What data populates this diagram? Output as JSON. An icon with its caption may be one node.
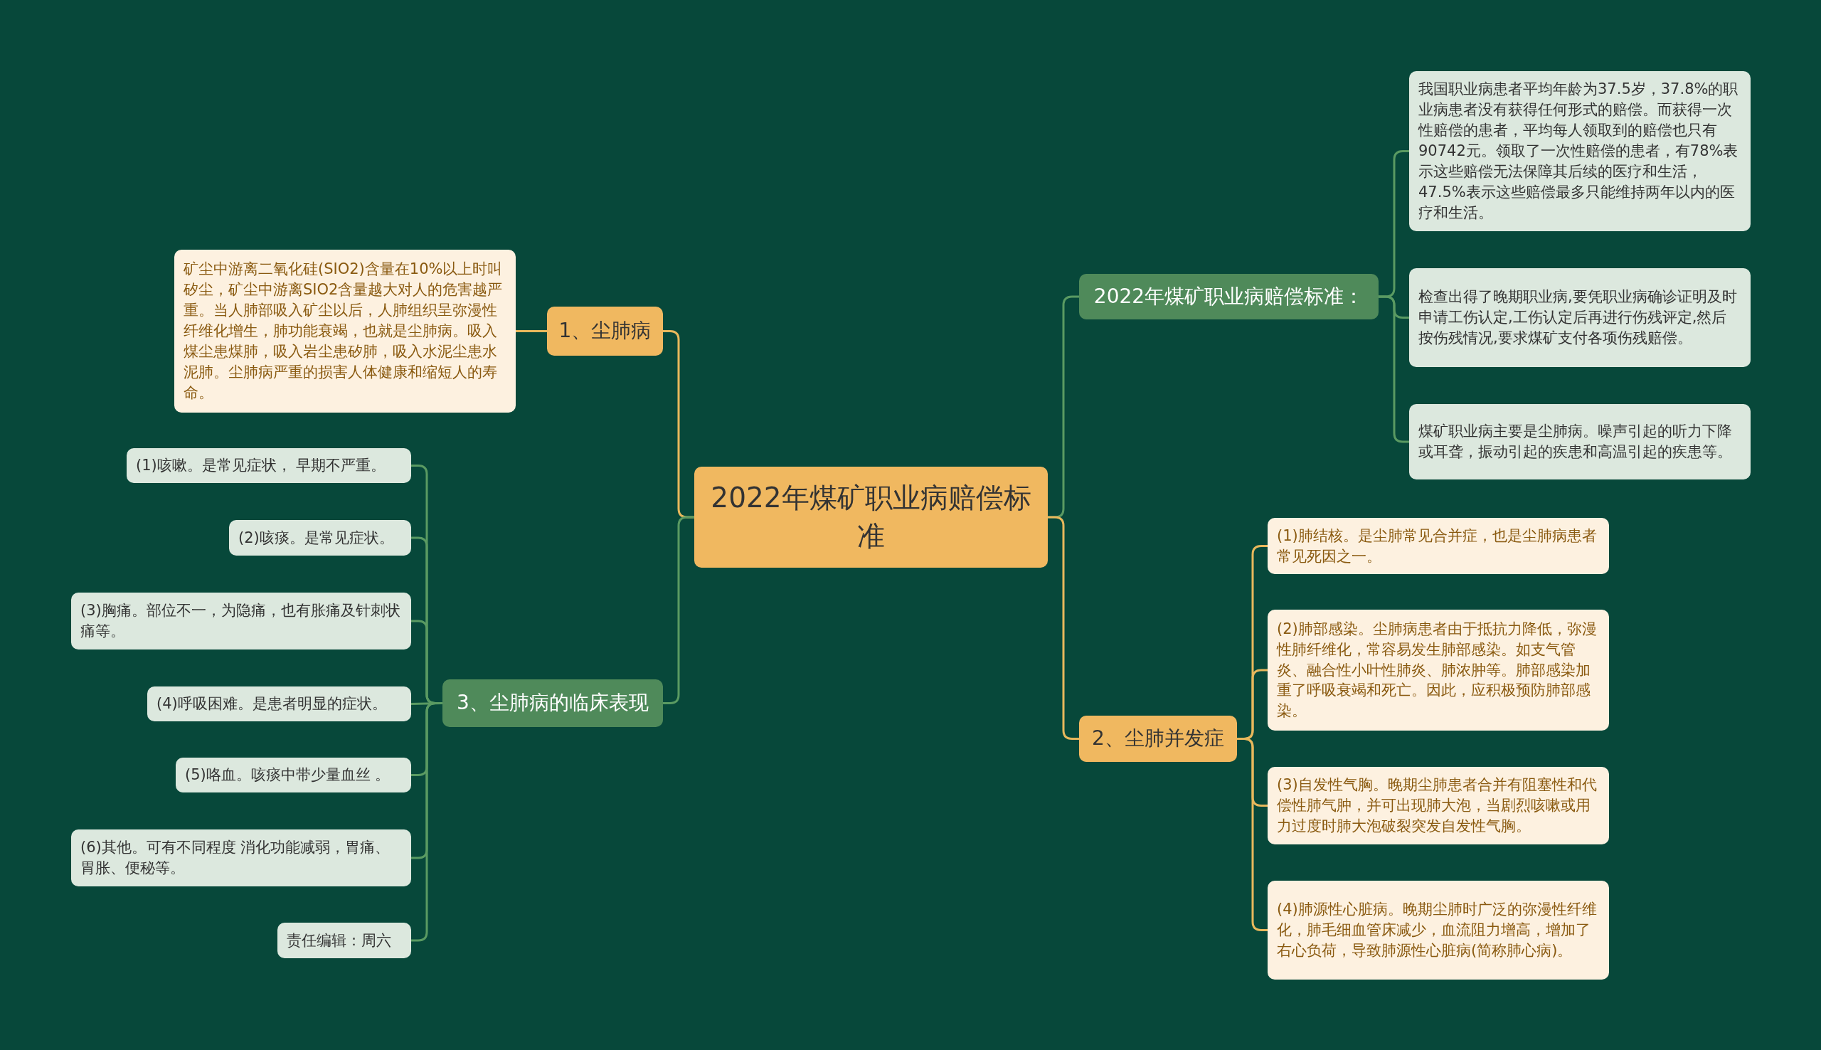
{
  "diagram": {
    "nodes": [
      {
        "text": [
          "2022年煤矿职业病赔偿标准"
        ]
      },
      {
        "text": [
          "1、尘肺病"
        ]
      },
      {
        "text": [
          "矿尘中游离二氧化硅(SIO2)含量在10%以上时叫矽尘，矿尘中游离SIO2含量越大对人的危害越严重。当人肺部吸入矿尘以后，人肺组织呈弥漫性纤维化增生，肺功能衰竭，也就是尘肺病。吸入煤尘患煤肺，吸入岩尘患矽肺，吸入水泥尘患水泥肺。尘肺病严重的损害人体健康和缩短人的寿命。"
        ]
      },
      {
        "text": [
          "3、尘肺病的临床表现"
        ]
      },
      {
        "text": [
          "(1)咳嗽。是常见症状， 早期不严重。"
        ]
      },
      {
        "text": [
          "(2)咳痰。是常见症状。"
        ]
      },
      {
        "text": [
          "(3)胸痛。部位不一，为隐痛，也有胀痛及针刺状痛等。"
        ]
      },
      {
        "text": [
          "(4)呼吸困难。是患者明显的症状。"
        ]
      },
      {
        "text": [
          "(5)咯血。咳痰中带少量血丝 。"
        ]
      },
      {
        "text": [
          "(6)其他。可有不同程度 消化功能减弱，胃痛、胃胀、便秘等。"
        ]
      },
      {
        "text": [
          "责任编辑：周六"
        ]
      },
      {
        "text": [
          "2022年煤矿职业病赔偿标准："
        ]
      },
      {
        "text": [
          "我国职业病患者平均年龄为37.5岁，37.8%的职业病患者没有获得任何形式的赔偿。而获得一次性赔偿的患者，平均每人领取到的赔偿也只有90742元。领取了一次性赔偿的患者，有78%表示这些赔偿无法保障其后续的医疗和生活，47.5%表示这些赔偿最多只能维持两年以内的医疗和生活。"
        ]
      },
      {
        "text": [
          "检查出得了晚期职业病,要凭职业病确诊证明及时申请工伤认定,工伤认定后再进行伤残评定,然后按伤残情况,要求煤矿支付各项伤残赔偿。"
        ]
      },
      {
        "text": [
          "煤矿职业病主要是尘肺病。噪声引起的听力下降或耳聋，振动引起的疾患和高温引起的疾患等。"
        ]
      },
      {
        "text": [
          "2、尘肺并发症"
        ]
      },
      {
        "text": [
          "(1)肺结核。是尘肺常见合并症，也是尘肺病患者常见死因之一。"
        ]
      },
      {
        "text": [
          "(2)肺部感染。尘肺病患者由于抵抗力降低，弥漫性肺纤维化，常容易发生肺部感染。如支气管炎、融合性小叶性肺炎、肺浓肿等。肺部感染加重了呼吸衰竭和死亡。因此，应积极预防肺部感染。"
        ]
      },
      {
        "text": [
          "(3)自发性气胸。晚期尘肺患者合并有阻塞性和代偿性肺气肿，并可出现肺大泡，当剧烈咳嗽或用力过度时肺大泡破裂突发自发性气胸。"
        ]
      },
      {
        "text": [
          "(4)肺源性心脏病。晚期尘肺时广泛的弥漫性纤维化，肺毛细血管床减少，血流阻力增高，增加了右心负荷，导致肺源性心脏病(简称肺心病)。"
        ]
      }
    ],
    "edges": [
      {
        "from": 0,
        "to": 1,
        "arrow": "none",
        "color": "#e8b85c"
      },
      {
        "from": 1,
        "to": 2,
        "arrow": "none",
        "color": "#e8b85c"
      },
      {
        "from": 0,
        "to": 3,
        "arrow": "none"
      },
      {
        "from": 3,
        "to": 4,
        "arrow": "none"
      },
      {
        "from": 3,
        "to": 5,
        "arrow": "none"
      },
      {
        "from": 3,
        "to": 6,
        "arrow": "none"
      },
      {
        "from": 3,
        "to": 7,
        "arrow": "none"
      },
      {
        "from": 3,
        "to": 8,
        "arrow": "none"
      },
      {
        "from": 3,
        "to": 9,
        "arrow": "none"
      },
      {
        "from": 3,
        "to": 10,
        "arrow": "none"
      },
      {
        "from": 0,
        "to": 11,
        "arrow": "none"
      },
      {
        "from": 11,
        "to": 12,
        "arrow": "none"
      },
      {
        "from": 11,
        "to": 13,
        "arrow": "none"
      },
      {
        "from": 11,
        "to": 14,
        "arrow": "none"
      },
      {
        "from": 0,
        "to": 15,
        "arrow": "none",
        "color": "#e8b85c"
      },
      {
        "from": 15,
        "to": 16,
        "arrow": "none",
        "color": "#e8b85c"
      },
      {
        "from": 15,
        "to": 17,
        "arrow": "none",
        "color": "#e8b85c"
      },
      {
        "from": 15,
        "to": 18,
        "arrow": "none",
        "color": "#e8b85c"
      },
      {
        "from": 15,
        "to": 19,
        "arrow": "none",
        "color": "#e8b85c"
      }
    ]
  }
}
